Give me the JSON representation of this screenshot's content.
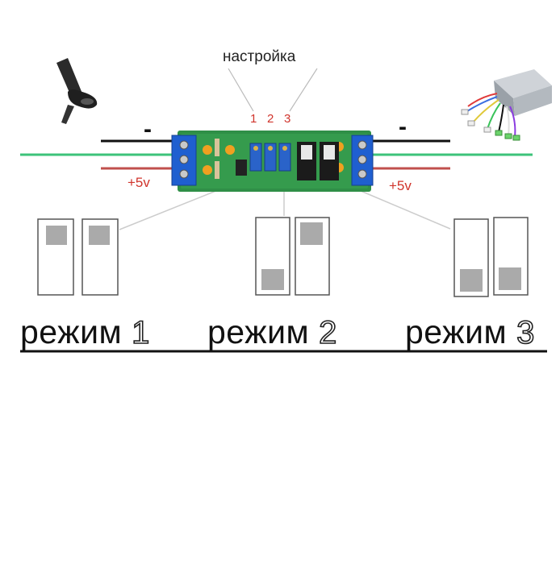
{
  "tuning": {
    "title": "настройка",
    "numbers": [
      "1",
      "2",
      "3"
    ]
  },
  "wires": {
    "minus_label": "-",
    "plus_label": "+5v",
    "colors": {
      "ground": "#111111",
      "signal": "#3cc37a",
      "plus": "#c0504d"
    }
  },
  "icons": {
    "left": "throttle-grip-icon",
    "right": "motor-controller-icon",
    "center": "circuit-board"
  },
  "modes": [
    {
      "label": "режим",
      "digit": "1",
      "switches": [
        "up",
        "up"
      ]
    },
    {
      "label": "режим",
      "digit": "2",
      "switches": [
        "down",
        "up"
      ]
    },
    {
      "label": "режим",
      "digit": "3",
      "switches": [
        "down",
        "down"
      ]
    }
  ]
}
